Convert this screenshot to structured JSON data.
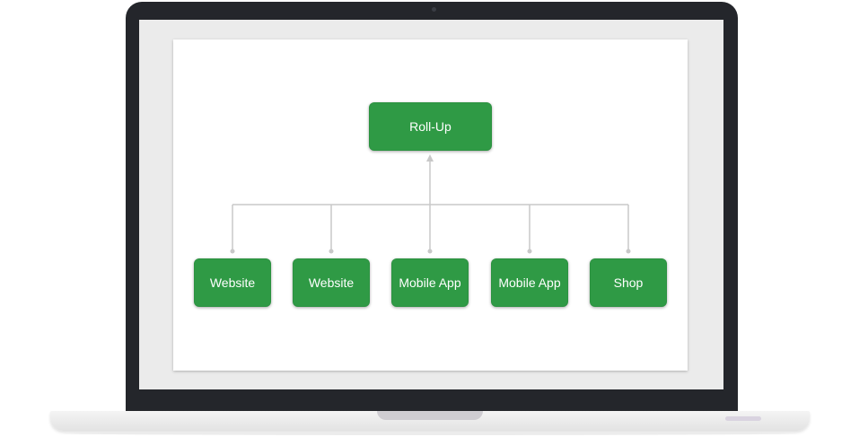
{
  "diagram": {
    "root": {
      "label": "Roll-Up"
    },
    "children": [
      {
        "label": "Website"
      },
      {
        "label": "Website"
      },
      {
        "label": "Mobile App"
      },
      {
        "label": "Mobile App"
      },
      {
        "label": "Shop"
      }
    ]
  },
  "colors": {
    "node_fill": "#2f9a45",
    "node_text": "#ffffff",
    "connector": "#c8c8c8",
    "bezel": "#24262b",
    "screen": "#ebebeb"
  }
}
